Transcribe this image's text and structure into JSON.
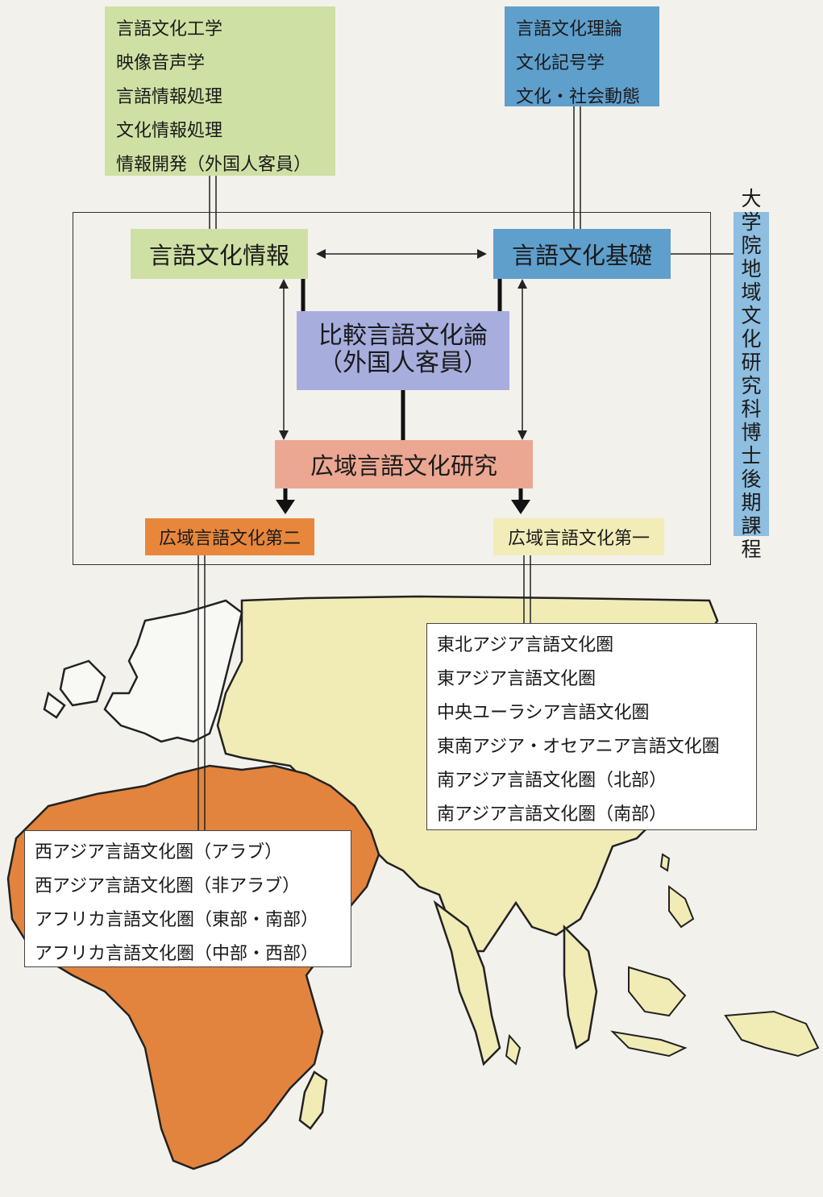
{
  "colors": {
    "green": "#cfe0a4",
    "blue": "#5f9fcc",
    "lavender": "#a7aede",
    "salmon": "#eba792",
    "orange": "#e8873c",
    "cream": "#f1ecb8",
    "africa_land": "#e2843d",
    "asia_land": "#f1ebb6"
  },
  "info_departments": [
    "言語文化工学",
    "映像音声学",
    "言語情報処理",
    "文化情報処理",
    "情報開発（外国人客員）"
  ],
  "kiso_departments": [
    "言語文化理論",
    "文化記号学",
    "文化・社会動態"
  ],
  "main": {
    "joho": "言語文化情報",
    "kiso": "言語文化基礎",
    "hikaku_line1": "比較言語文化論",
    "hikaku_line2": "（外国人客員）",
    "kouiki": "広域言語文化研究"
  },
  "dai2": "広域言語文化第二",
  "dai1": "広域言語文化第一",
  "doctoral_course": [
    "大",
    "学",
    "院",
    "地",
    "域",
    "文",
    "化",
    "研",
    "究",
    "科",
    "博",
    "士",
    "後",
    "期",
    "課",
    "程"
  ],
  "regions_dai1": [
    "東北アジア言語文化圏",
    "東アジア言語文化圏",
    "中央ユーラシア言語文化圏",
    "東南アジア・オセアニア言語文化圏",
    "南アジア言語文化圏（北部）",
    "南アジア言語文化圏（南部）"
  ],
  "regions_dai2": [
    "西アジア言語文化圏（アラブ）",
    "西アジア言語文化圏（非アラブ）",
    "アフリカ言語文化圏（東部・南部）",
    "アフリカ言語文化圏（中部・西部）"
  ]
}
